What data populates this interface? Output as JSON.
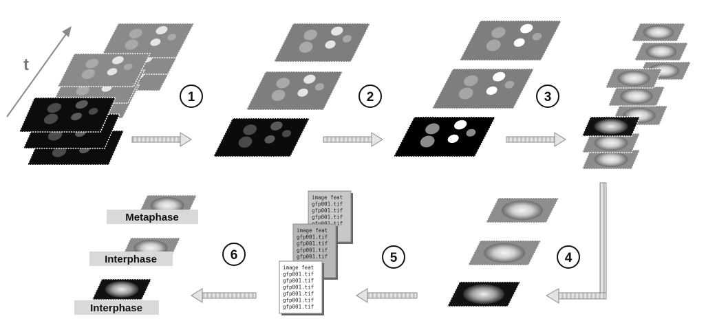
{
  "axis": {
    "time_label": "t"
  },
  "steps": [
    {
      "label": "1"
    },
    {
      "label": "2"
    },
    {
      "label": "3"
    },
    {
      "label": "4"
    },
    {
      "label": "5"
    },
    {
      "label": "6"
    }
  ],
  "docs": [
    {
      "lines": [
        "image feat",
        "gfp001.tif",
        "gfp001.tif",
        "gfp001.tif",
        "gfp001.tif"
      ]
    },
    {
      "lines": [
        "image feat",
        "gfp001.tif",
        "gfp001.tif",
        "gfp001.tif",
        "gfp001.tif"
      ]
    },
    {
      "lines": [
        "image feat",
        "gfp001.tif",
        "gfp001.tif",
        "gfp001.tif",
        "gfp001.tif",
        "gfp001.tif",
        "gfp001.tif"
      ]
    }
  ],
  "phases": [
    {
      "label": "Metaphase"
    },
    {
      "label": "Interphase"
    },
    {
      "label": "Interphase"
    }
  ],
  "colors": {
    "dark": "#0c0c0c",
    "mid": "#7a7a7a",
    "light": "#a8a8a8",
    "arrow": "#dcdcdc"
  }
}
